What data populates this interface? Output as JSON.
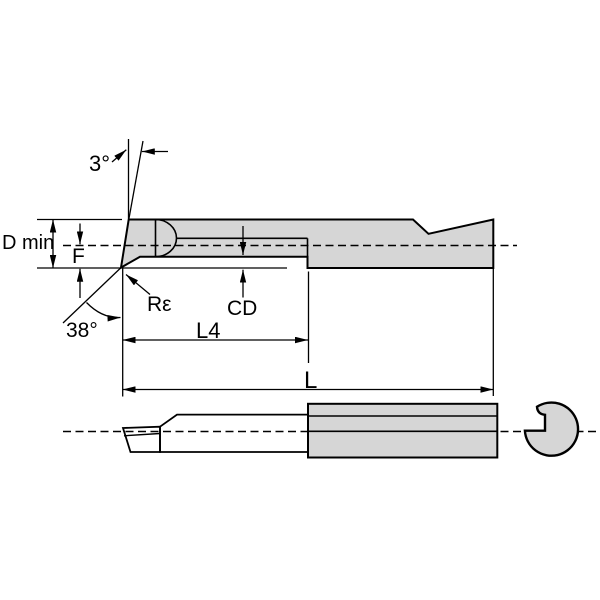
{
  "drawing": {
    "labels": {
      "lead_angle": "3°",
      "min_bore_diameter": "D min",
      "tip_offset": "F",
      "corner_radius": "Rε",
      "front_angle": "38°",
      "cutting_depth": "CD",
      "reach_length": "L4",
      "overall_length": "L"
    },
    "colors": {
      "body_fill": "#d6d6d6",
      "line": "#000000",
      "background": "#ffffff"
    }
  }
}
